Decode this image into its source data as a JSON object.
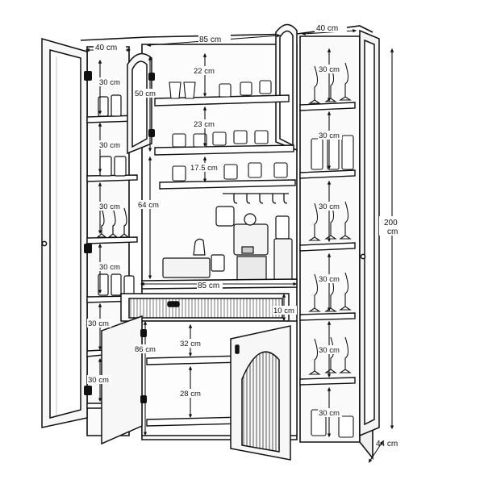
{
  "measurements": {
    "left_width": "40 cm",
    "center_width": "85 cm",
    "right_width": "40 cm",
    "total_height_value": "200",
    "total_height_unit": "cm",
    "depth": "44 cm",
    "center_upper_door_height": "50 cm",
    "center_shelf_gap_1": "22 cm",
    "center_shelf_gap_2": "23 cm",
    "center_shelf_gap_3": "17.5 cm",
    "center_open_niche": "64 cm",
    "counter_width": "85 cm",
    "drawer_height": "10 cm",
    "lower_cabinet_height": "86 cm",
    "lower_shelf_gap_1": "32 cm",
    "lower_shelf_gap_2": "28 cm",
    "left_shelf_gaps": [
      "30 cm",
      "30 cm",
      "30 cm",
      "30 cm",
      "30 cm",
      "30 cm"
    ],
    "right_shelf_gaps": [
      "30 cm",
      "30 cm",
      "30 cm",
      "30 cm",
      "30 cm",
      "30 cm"
    ]
  }
}
